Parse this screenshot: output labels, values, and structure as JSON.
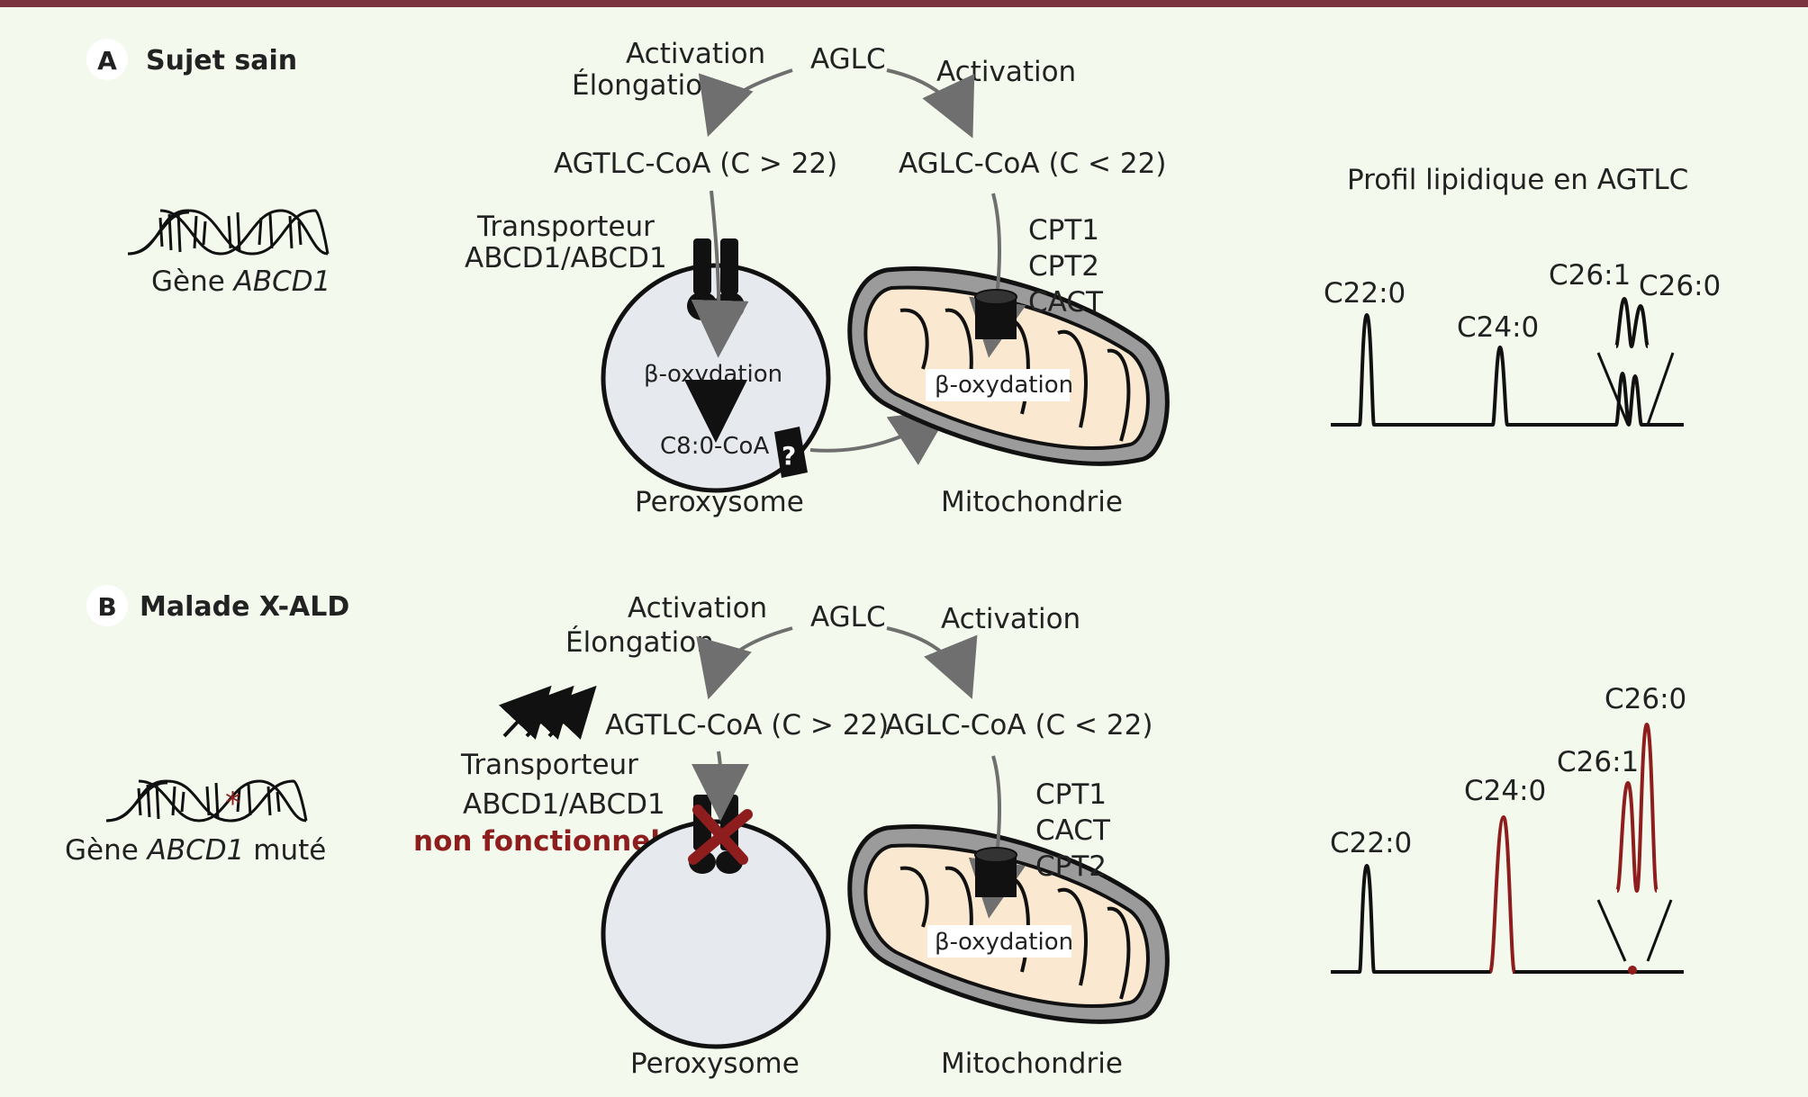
{
  "colors": {
    "background": "#f3f9ec",
    "top_bar": "#7a3440",
    "mutant_red": "#8e1e1e",
    "peroxisome_fill": "#e6e9ee",
    "mito_outer": "#9b9b9b",
    "mito_inner": "#fae8d0",
    "arrow_gray": "#6f6f6f"
  },
  "panel_a": {
    "letter": "A",
    "title": "Sujet sain",
    "gene_label": "Gène ",
    "gene_name": "ABCD1",
    "aglc": "AGLC",
    "activation_left": "Activation",
    "elongation": "Élongation",
    "activation_right": "Activation",
    "agtlc_coa": "AGTLC-CoA (C > 22)",
    "aglc_coa": "AGLC-CoA (C < 22)",
    "transporter_line1": "Transporteur",
    "transporter_line2": "ABCD1/ABCD1",
    "enzymes": [
      "CPT1",
      "CPT2",
      "CACT"
    ],
    "beta_ox_perox": "β-oxydation",
    "c8_coa": "C8:0-CoA",
    "question_mark": "?",
    "beta_ox_mito": "β-oxydation",
    "peroxisome": "Peroxysome",
    "mitochondria": "Mitochondrie",
    "profile_title": "Profil lipidique en AGTLC",
    "peaks": {
      "c22": "C22:0",
      "c24": "C24:0",
      "c26_1": "C26:1",
      "c26_0": "C26:0"
    }
  },
  "panel_b": {
    "letter": "B",
    "title": "Malade X-ALD",
    "gene_label": "Gène ",
    "gene_name": "ABCD1",
    "gene_suffix": " muté",
    "aglc": "AGLC",
    "activation_left": "Activation",
    "elongation": "Élongation",
    "activation_right": "Activation",
    "agtlc_coa": "AGTLC-CoA (C > 22)",
    "aglc_coa": "AGLC-CoA (C < 22)",
    "transporter_line1": "Transporteur",
    "transporter_line2": "ABCD1/ABCD1",
    "non_functional": "non fonctionnel",
    "enzymes": [
      "CPT1",
      "CACT",
      "CPT2"
    ],
    "beta_ox_mito": "β-oxydation",
    "peroxisome": "Peroxysome",
    "mitochondria": "Mitochondrie",
    "peaks": {
      "c22": "C22:0",
      "c24": "C24:0",
      "c26_1": "C26:1",
      "c26_0": "C26:0"
    }
  }
}
